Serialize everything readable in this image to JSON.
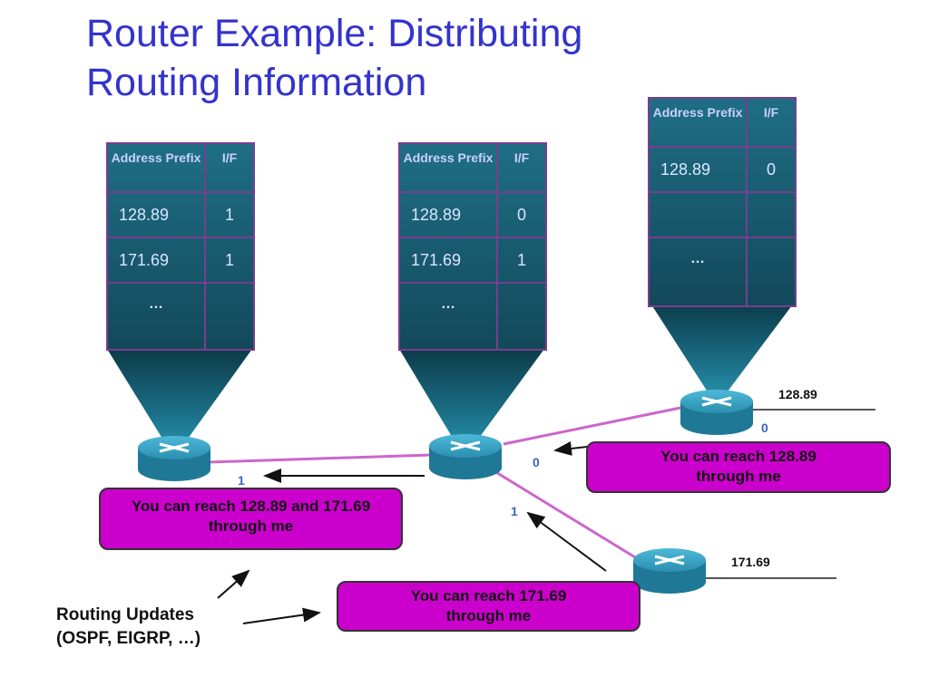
{
  "title": [
    "Router Example: Distributing",
    "Routing Information"
  ],
  "table_left": {
    "header_prefix": "Address Prefix",
    "header_if": "I/F",
    "rows": [
      {
        "prefix": "128.89",
        "if": "1"
      },
      {
        "prefix": "171.69",
        "if": "1"
      }
    ],
    "ellipsis": "…"
  },
  "table_center": {
    "header_prefix": "Address Prefix",
    "header_if": "I/F",
    "rows": [
      {
        "prefix": "128.89",
        "if": "0"
      },
      {
        "prefix": "171.69",
        "if": "1"
      }
    ],
    "ellipsis": "…"
  },
  "table_right": {
    "header_prefix": "Address Prefix",
    "header_if": "I/F",
    "rows": [
      {
        "prefix": "128.89",
        "if": "0"
      }
    ],
    "ellipsis": "…"
  },
  "networks": {
    "top_right": "128.89",
    "bottom_right": "171.69"
  },
  "interfaces": {
    "right_router_if": "0",
    "center_if0": "0",
    "center_if1": "1",
    "left_if": "1"
  },
  "callouts": {
    "left": "You can reach 128.89 and 171.69 through me",
    "right_top": "You can reach 128.89 through me",
    "bottom": "You can reach 171.69 through me"
  },
  "routing_updates": [
    "Routing Updates",
    "(OSPF, EIGRP, …)"
  ],
  "colors": {
    "title": "#3333cc",
    "table_bg": "#1f6e85",
    "callout_bg": "#cc00cc",
    "link": "#cc66cc",
    "router": "#2a8fb0"
  }
}
